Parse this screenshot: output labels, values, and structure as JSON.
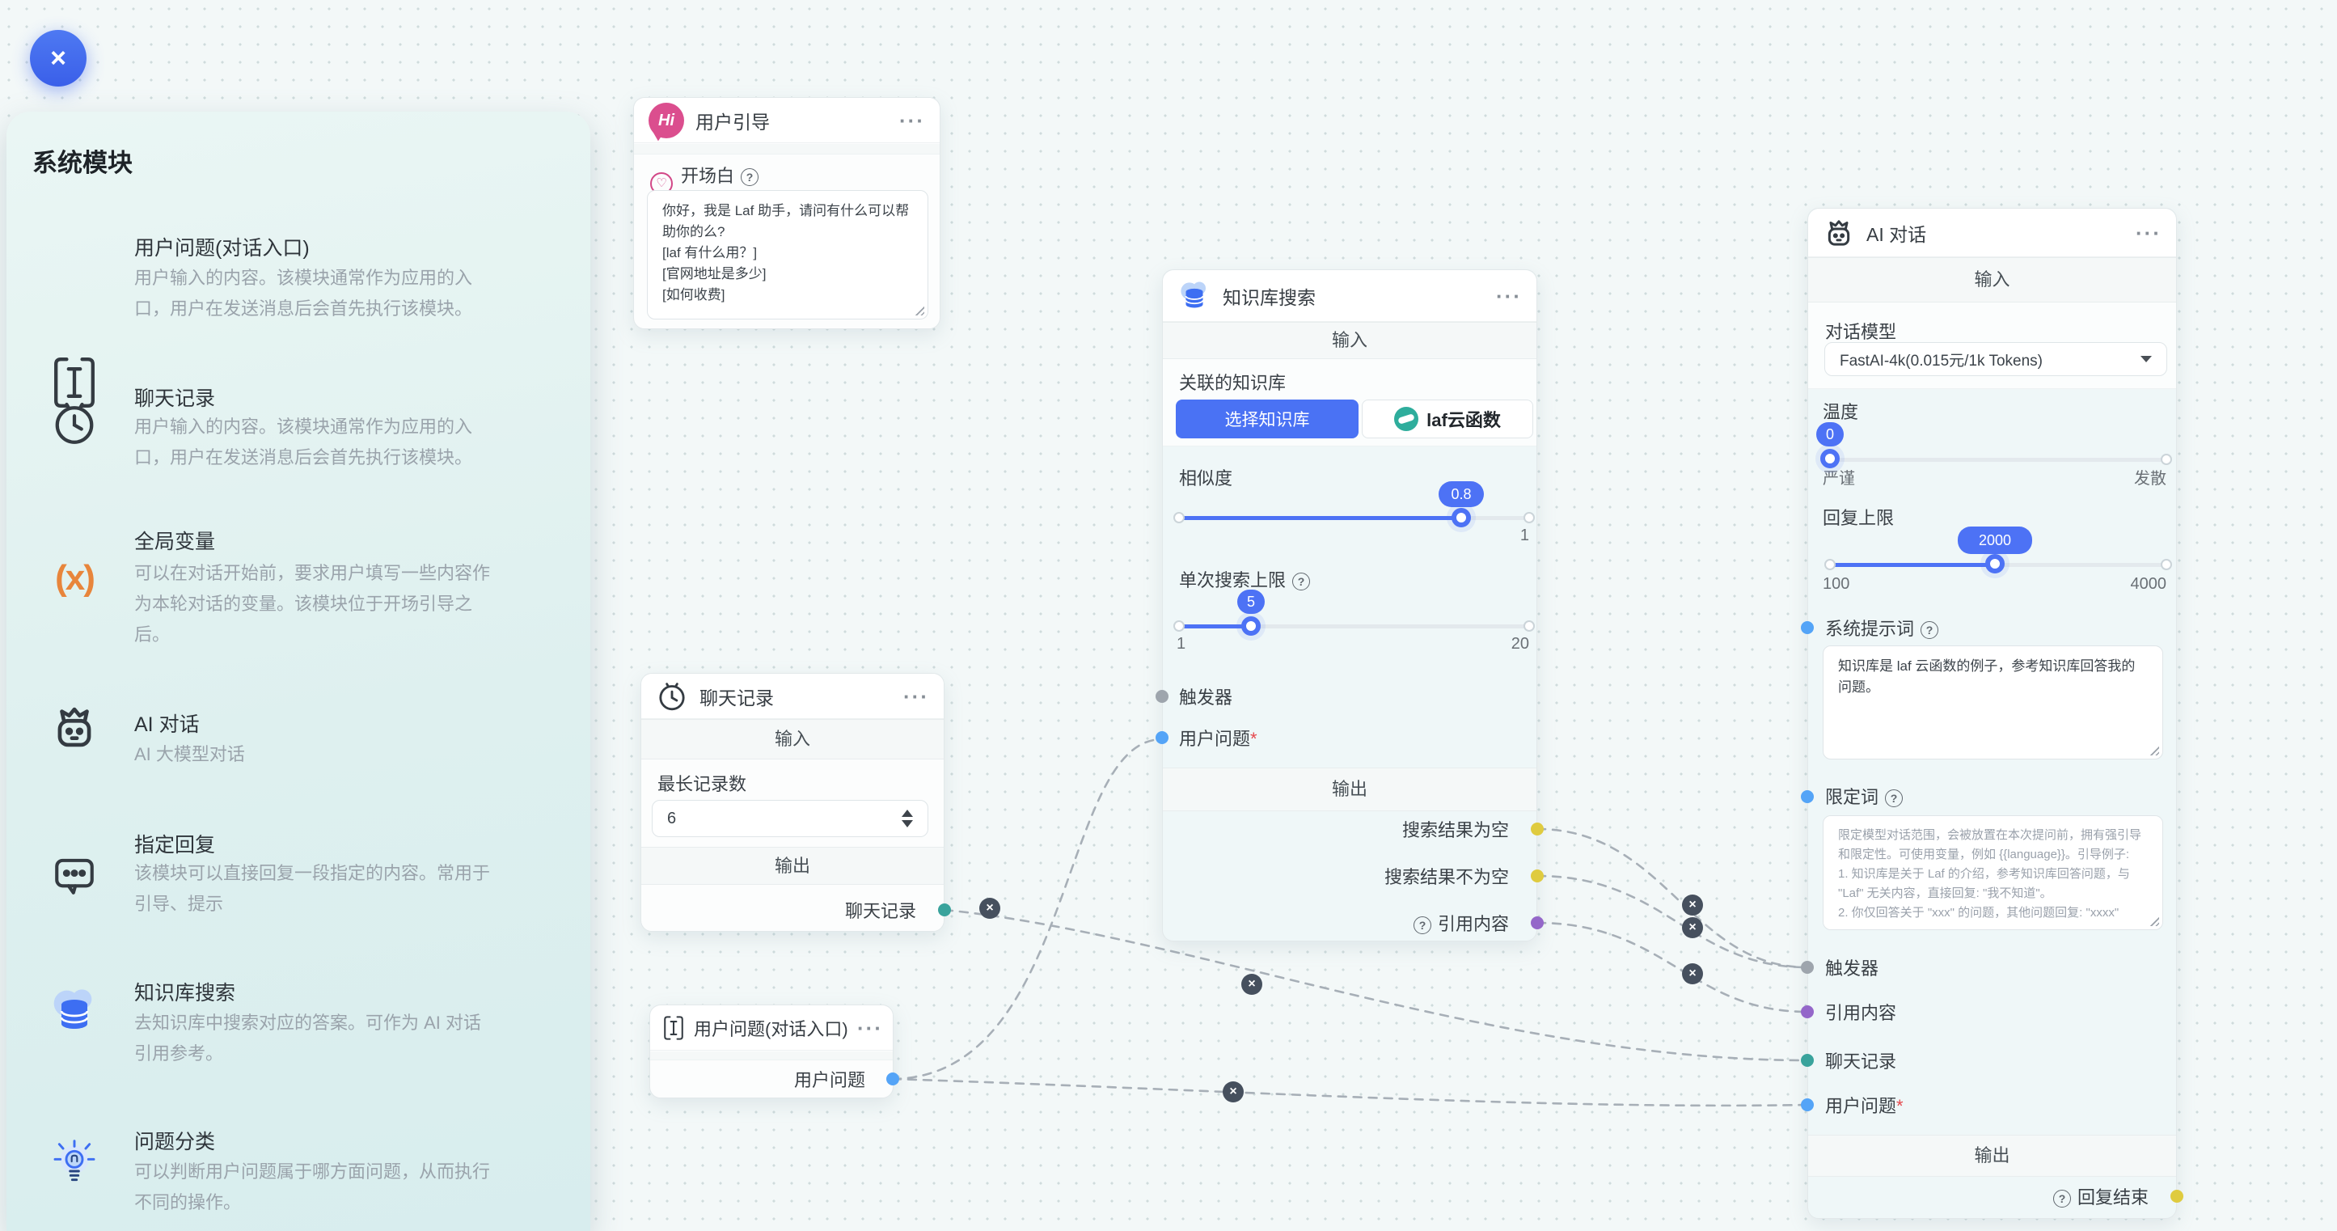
{
  "icons": {
    "close": "×",
    "more": "···",
    "help": "?",
    "heart": "♡",
    "edge_close": "×",
    "global_var": "(x)",
    "avatar_hi": "Hi"
  },
  "shared": {
    "required_mark": "*",
    "input_header": "输入",
    "output_header": "输出"
  },
  "sidebar": {
    "title": "系统模块",
    "items": [
      {
        "title": "用户问题(对话入口)",
        "desc_lines": [
          "用户输入的内容。该模块通常作为应用的入",
          "口，用户在发送消息后会首先执行该模块。"
        ]
      },
      {
        "title": "聊天记录",
        "desc_lines": [
          "用户输入的内容。该模块通常作为应用的入",
          "口，用户在发送消息后会首先执行该模块。"
        ]
      },
      {
        "title": "全局变量",
        "desc_lines": [
          "可以在对话开始前，要求用户填写一些内容作",
          "为本轮对话的变量。该模块位于开场引导之",
          "后。"
        ]
      },
      {
        "title": "AI 对话",
        "desc_lines": [
          "AI 大模型对话"
        ]
      },
      {
        "title": "指定回复",
        "desc_lines": [
          "该模块可以直接回复一段指定的内容。常用于",
          "引导、提示"
        ]
      },
      {
        "title": "知识库搜索",
        "desc_lines": [
          "去知识库中搜索对应的答案。可作为 AI 对话",
          "引用参考。"
        ]
      },
      {
        "title": "问题分类",
        "desc_lines": [
          "可以判断用户问题属于哪方面问题，从而执行",
          "不同的操作。"
        ]
      }
    ]
  },
  "nodes": {
    "user_guide": {
      "title": "用户引导",
      "opening_label": "开场白",
      "opening_text": "你好，我是 Laf 助手，请问有什么可以帮助你的么?\n[laf 有什么用？]\n[官网地址是多少]\n[如何收费]"
    },
    "kb_search": {
      "title": "知识库搜索",
      "kb_label": "关联的知识库",
      "select_button": "选择知识库",
      "dataset_name": "laf云函数",
      "similarity_label": "相似度",
      "similarity_value": "0.8",
      "similarity_max": "1",
      "limit_label": "单次搜索上限",
      "limit_value": "5",
      "limit_min": "1",
      "limit_max": "20",
      "trigger_label": "触发器",
      "question_label": "用户问题",
      "out_empty": "搜索结果为空",
      "out_not_empty": "搜索结果不为空",
      "out_quote": "引用内容"
    },
    "chat_history": {
      "title": "聊天记录",
      "max_label": "最长记录数",
      "max_value": "6",
      "out_label": "聊天记录"
    },
    "user_question": {
      "title": "用户问题(对话入口)",
      "out_label": "用户问题"
    },
    "ai_chat": {
      "title": "AI 对话",
      "model_label": "对话模型",
      "model_value": "FastAI-4k(0.015元/1k Tokens)",
      "temp_label": "温度",
      "temp_value": "0",
      "temp_min_label": "严谨",
      "temp_max_label": "发散",
      "reply_label": "回复上限",
      "reply_value": "2000",
      "reply_min": "100",
      "reply_max": "4000",
      "sys_label": "系统提示词",
      "sys_text": "知识库是 laf 云函数的例子，参考知识库回答我的问题。",
      "constraint_label": "限定词",
      "constraint_placeholder": "限定模型对话范围，会被放置在本次提问前，拥有强引导和限定性。可使用变量，例如 {{language}}。引导例子:\n1. 知识库是关于 Laf 的介绍，参考知识库回答问题，与 \"Laf\" 无关内容，直接回复: \"我不知道\"。\n2. 你仅回答关于 \"xxx\" 的问题，其他问题回复: \"xxxx\"",
      "trigger_label": "触发器",
      "quote_label": "引用内容",
      "history_label": "聊天记录",
      "question_label": "用户问题",
      "end_label": "回复结束"
    }
  }
}
